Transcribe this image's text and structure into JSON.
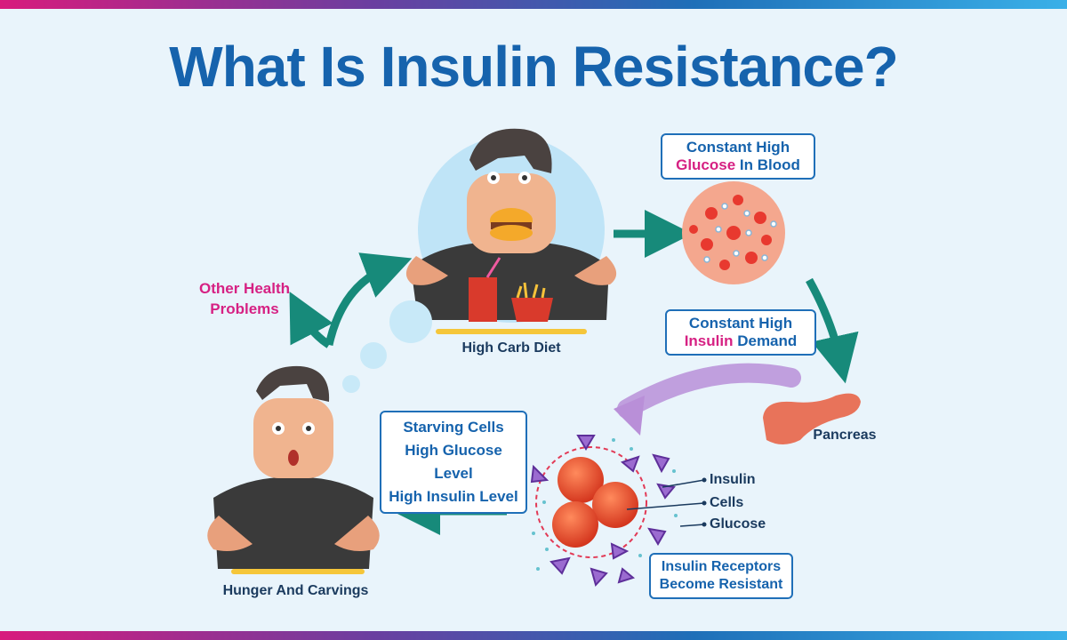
{
  "title": "What Is Insulin Resistance?",
  "nodes": {
    "high_carb_diet": "High Carb Diet",
    "glucose_box": {
      "line1": "Constant High",
      "highlight": "Glucose",
      "rest": " In Blood"
    },
    "insulin_box": {
      "line1": "Constant High",
      "highlight": "Insulin",
      "rest": " Demand"
    },
    "pancreas": "Pancreas",
    "starving_box": [
      "Starving Cells",
      "High Glucose Level",
      "High Insulin Level"
    ],
    "receptors_box": [
      "Insulin Receptors",
      "Become Resistant"
    ],
    "hunger": "Hunger And Carvings",
    "other_health": [
      "Other Health",
      "Problems"
    ]
  },
  "legend": [
    "Insulin",
    "Cells",
    "Glucose"
  ],
  "colors": {
    "title": "#1663ad",
    "arrow": "#178a7a",
    "highlight": "#d62183",
    "box_border": "#1f6fb8",
    "blood_cell": "#e8392f",
    "insulin_triangle": "#7a4fb3"
  }
}
